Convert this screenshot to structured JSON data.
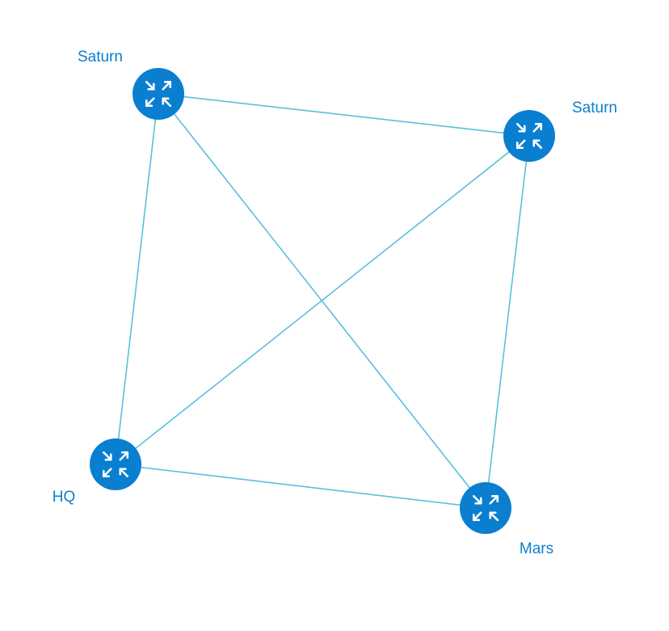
{
  "colors": {
    "link": "#5bbfdc",
    "router": "#0a7fd0",
    "label": "#0a7fd0"
  },
  "icon": "router-icon",
  "nodes": [
    {
      "id": "n1",
      "label": "Saturn"
    },
    {
      "id": "n2",
      "label": "Saturn"
    },
    {
      "id": "n3",
      "label": "HQ"
    },
    {
      "id": "n4",
      "label": "Mars"
    }
  ],
  "links": [
    {
      "from": "n1",
      "to": "n2"
    },
    {
      "from": "n1",
      "to": "n3"
    },
    {
      "from": "n1",
      "to": "n4"
    },
    {
      "from": "n2",
      "to": "n3"
    },
    {
      "from": "n2",
      "to": "n4"
    },
    {
      "from": "n3",
      "to": "n4"
    }
  ]
}
